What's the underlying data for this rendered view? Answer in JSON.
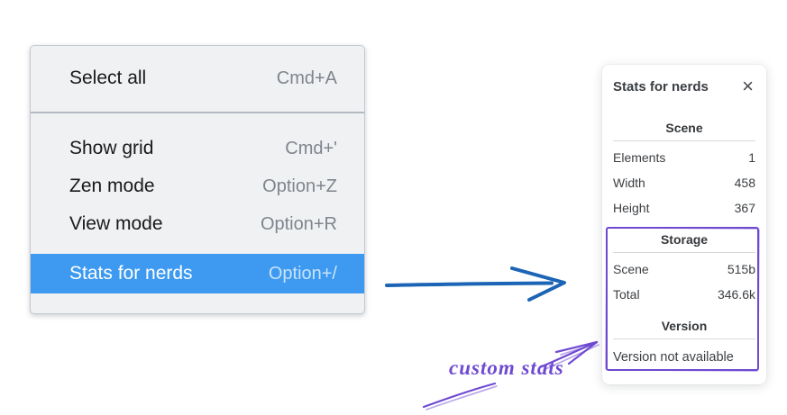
{
  "colors": {
    "menu_bg": "#f0f1f3",
    "menu_border": "#c3c9cf",
    "divider": "#b3bac2",
    "highlight": "#3d9af0",
    "label": "#17191b",
    "shortcut": "#7f858d",
    "blue_arrow": "#1c64b5",
    "purple": "#6f4ad1",
    "panel_text": "#3c3f43",
    "hr": "#d6d8da"
  },
  "context_menu": {
    "items": [
      {
        "label": "Select all",
        "shortcut": "Cmd+A"
      },
      {
        "label": "Show grid",
        "shortcut": "Cmd+'"
      },
      {
        "label": "Zen mode",
        "shortcut": "Option+Z"
      },
      {
        "label": "View mode",
        "shortcut": "Option+R"
      },
      {
        "label": "Stats for nerds",
        "shortcut": "Option+/",
        "selected": true
      }
    ]
  },
  "stats_panel": {
    "title": "Stats for nerds",
    "close_glyph": "×",
    "sections": [
      {
        "header": "Scene",
        "rows": [
          {
            "label": "Elements",
            "value": "1"
          },
          {
            "label": "Width",
            "value": "458"
          },
          {
            "label": "Height",
            "value": "367"
          }
        ]
      },
      {
        "header": "Storage",
        "rows": [
          {
            "label": "Scene",
            "value": "515b"
          },
          {
            "label": "Total",
            "value": "346.6k"
          }
        ]
      },
      {
        "header": "Version",
        "note": "Version not available"
      }
    ]
  },
  "annotations": {
    "custom_stats_label": "custom stats"
  }
}
